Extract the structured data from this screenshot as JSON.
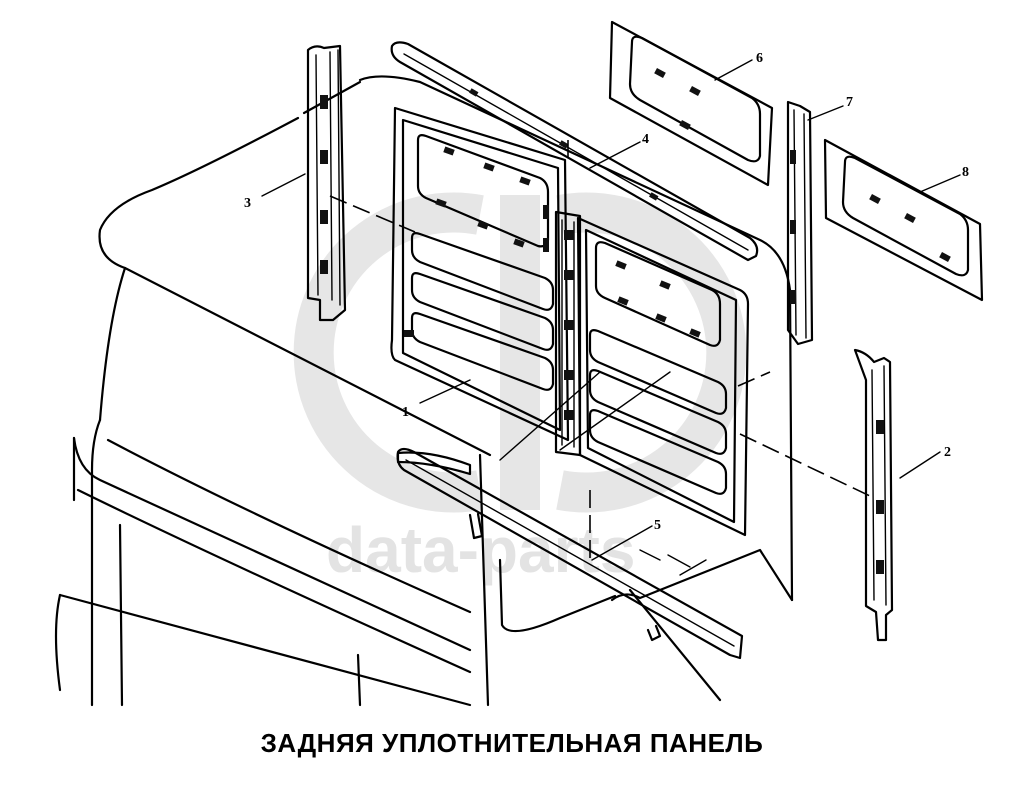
{
  "caption": "ЗАДНЯЯ УПЛОТНИТЕЛЬНАЯ ПАНЕЛЬ",
  "watermark": {
    "text": "data-parts"
  },
  "callouts": [
    "1",
    "2",
    "3",
    "4",
    "5",
    "6",
    "7",
    "8"
  ]
}
